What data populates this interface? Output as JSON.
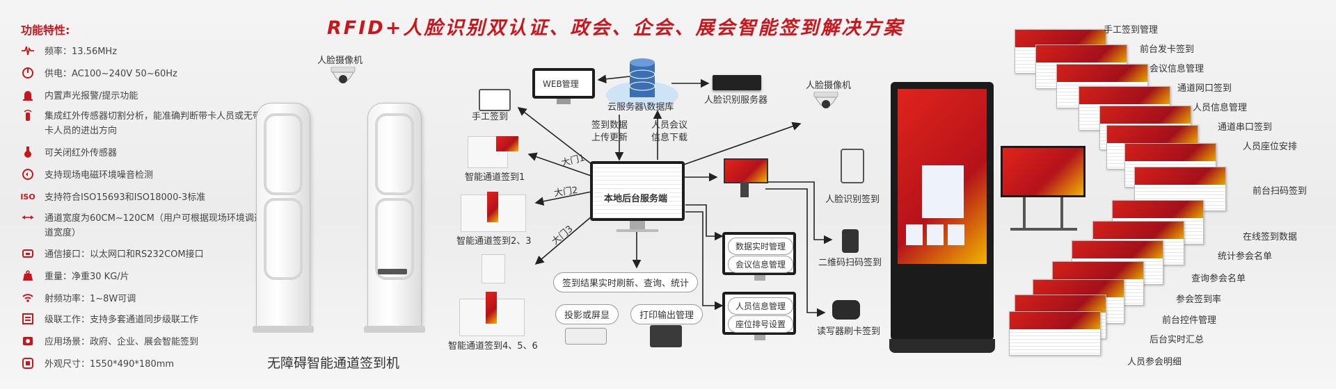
{
  "title": "RFID+人脸识别双认证、政会、企会、展会智能签到解决方案",
  "features": {
    "heading": "功能特性:",
    "items": [
      {
        "icon": "frequency-icon",
        "text": "频率：13.56MHz"
      },
      {
        "icon": "power-icon",
        "text": "供电：AC100~240V  50~60Hz"
      },
      {
        "icon": "alarm-icon",
        "text": "内置声光报警/提示功能"
      },
      {
        "icon": "infrared-icon",
        "text": "集成红外传感器切割分析，能准确判断带卡人员或无带卡人员的进出方向"
      },
      {
        "icon": "sensor-icon",
        "text": "可关闭红外传感器"
      },
      {
        "icon": "noise-icon",
        "text": "支持现场电磁环境噪音检测"
      },
      {
        "icon": "iso-icon",
        "text": "支持符合ISO15693和ISO18000-3标准"
      },
      {
        "icon": "width-icon",
        "text": "通道宽度为60CM~120CM（用户可根据现场环境调通道宽度）"
      },
      {
        "icon": "port-icon",
        "text": "通信接口：以太网口和RS232COM接口"
      },
      {
        "icon": "weight-icon",
        "text": "重量：净重30 KG/片"
      },
      {
        "icon": "wifi-icon",
        "text": "射频功率：1~8W可调"
      },
      {
        "icon": "cascade-icon",
        "text": "级联工作：支持多套通道同步级联工作"
      },
      {
        "icon": "scene-icon",
        "text": "应用场景：政府、企业、展会智能签到"
      },
      {
        "icon": "size-icon",
        "text": "外观尺寸：1550*490*180mm"
      }
    ]
  },
  "gate": {
    "camera_label": "人脸摄像机",
    "caption": "无障碍智能通道签到机"
  },
  "diagram": {
    "web": "WEB管理",
    "cloud": "云服务器\\数据库",
    "face_server": "人脸识别服务器",
    "upload": [
      "签到数据",
      "上传更新"
    ],
    "download": [
      "人员会议",
      "信息下载"
    ],
    "local": "本地后台服务端",
    "manual": "手工签到",
    "gate1_door": "大门1",
    "gate1": "智能通道签到1",
    "gate2_door": "大门2",
    "gate23": "智能通道签到2、3",
    "gate3_door": "大门3",
    "gate456": "智能通道签到4、5、6",
    "result": "签到结果实时刷新、查询、统计",
    "projector": "投影或屏显",
    "print": "打印输出管理",
    "mon1": [
      "数据实时管理",
      "会议信息管理"
    ],
    "mon2": [
      "人员信息管理",
      "座位排号设置"
    ],
    "camera2": "人脸摄像机",
    "face_checkin": "人脸识别签到",
    "qr": "二维码扫码签到",
    "reader": "读写器刷卡签到"
  },
  "modules": [
    "手工签到管理",
    "前台发卡签到",
    "会议信息管理",
    "通道网口签到",
    "人员信息管理",
    "通道串口签到",
    "人员座位安排",
    "前台扫码签到",
    "在线签到数据",
    "统计参会名单",
    "查询参会名单",
    "参会签到率",
    "前台控件管理",
    "后台实时汇总",
    "人员参会明细"
  ],
  "colors": {
    "accent": "#c8161d",
    "brand_red": "#d3201a",
    "gold": "#f2b400"
  }
}
